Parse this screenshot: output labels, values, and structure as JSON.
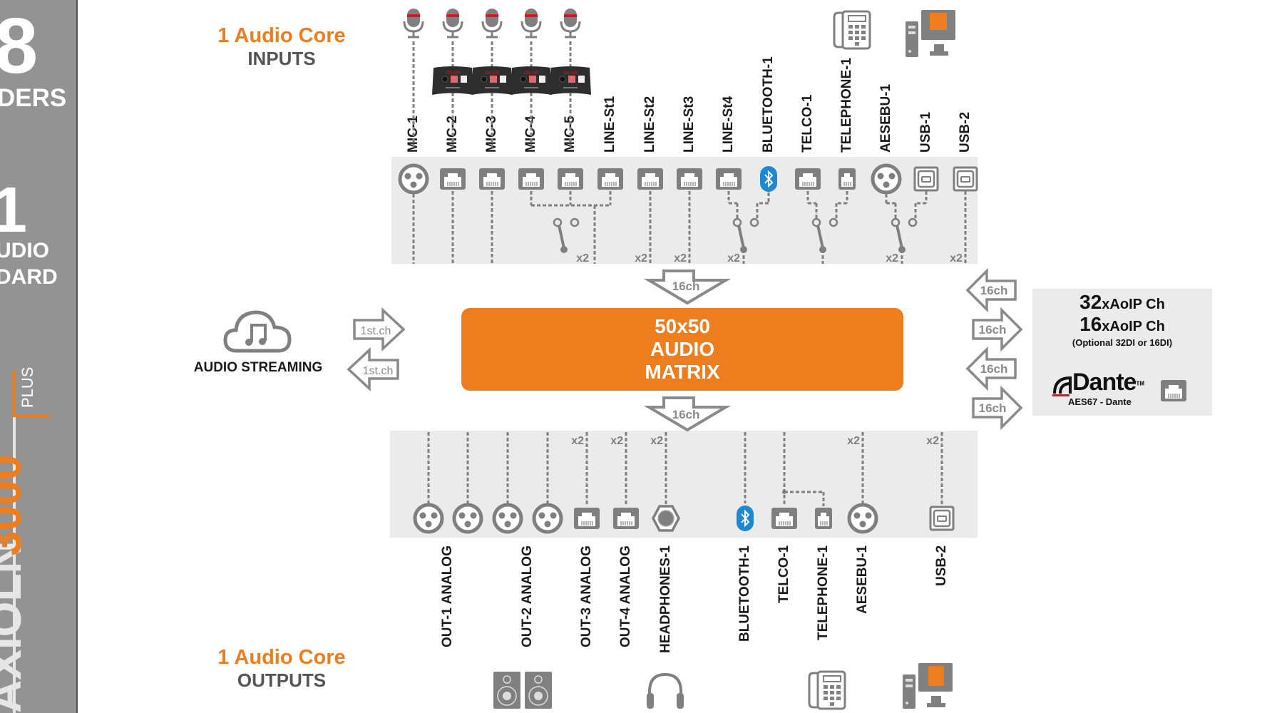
{
  "sidebar": {
    "top_number": "8",
    "top_word": "DERS",
    "mid_number": "1",
    "mid_word_1": "UDIO",
    "mid_word_2": "DARD",
    "logo_text": "AXIOLN",
    "logo_number": "3000",
    "logo_suffix": "PLUS"
  },
  "inputs_header": {
    "title": "1 Audio Core",
    "subtitle": "INPUTS"
  },
  "outputs_header": {
    "title": "1 Audio Core",
    "subtitle": "OUTPUTS"
  },
  "inputs": [
    {
      "label": "MIC-1",
      "connector": "xlr"
    },
    {
      "label": "MIC-2",
      "connector": "rj45"
    },
    {
      "label": "MIC-3",
      "connector": "rj45"
    },
    {
      "label": "MIC-4",
      "connector": "rj45"
    },
    {
      "label": "MIC-5",
      "connector": "rj45"
    },
    {
      "label": "LINE-St1",
      "connector": "rj45"
    },
    {
      "label": "LINE-St2",
      "connector": "rj45"
    },
    {
      "label": "LINE-St3",
      "connector": "rj45"
    },
    {
      "label": "LINE-St4",
      "connector": "rj45"
    },
    {
      "label": "BLUETOOTH-1",
      "connector": "bluetooth"
    },
    {
      "label": "TELCO-1",
      "connector": "rj45"
    },
    {
      "label": "TELEPHONE-1",
      "connector": "rj11"
    },
    {
      "label": "AESEBU-1",
      "connector": "xlr"
    },
    {
      "label": "USB-1",
      "connector": "usb"
    },
    {
      "label": "USB-2",
      "connector": "usb"
    }
  ],
  "input_multipliers": [
    "x2",
    "x2",
    "x2",
    "x2",
    "x2",
    "x2"
  ],
  "talkback_unit_label": "ON AIR",
  "outputs": [
    {
      "label": "OUT-1 ANALOG",
      "connectors": [
        "xlr",
        "xlr"
      ]
    },
    {
      "label": "OUT-2 ANALOG",
      "connectors": [
        "xlr",
        "xlr"
      ]
    },
    {
      "label": "OUT-3 ANALOG",
      "connectors": [
        "rj45"
      ]
    },
    {
      "label": "OUT-4 ANALOG",
      "connectors": [
        "rj45"
      ]
    },
    {
      "label": "HEADPHONES-1",
      "connectors": [
        "jack"
      ]
    },
    {
      "label": "BLUETOOTH-1",
      "connectors": [
        "bluetooth"
      ]
    },
    {
      "label": "TELCO-1",
      "connectors": [
        "rj45"
      ]
    },
    {
      "label": "TELEPHONE-1",
      "connectors": [
        "rj11"
      ]
    },
    {
      "label": "AESEBU-1",
      "connectors": [
        "xlr"
      ]
    },
    {
      "label": "USB-2",
      "connectors": [
        "usb"
      ]
    }
  ],
  "output_multipliers": [
    "x2",
    "x2",
    "x2",
    "x2",
    "x2"
  ],
  "matrix": {
    "line1": "50x50",
    "line2": "AUDIO",
    "line3": "MATRIX"
  },
  "arrows": {
    "in_to_matrix": "16ch",
    "matrix_to_out": "16ch",
    "streaming_in": "1st.ch",
    "streaming_out": "1st.ch",
    "dante": [
      "16ch",
      "16ch",
      "16ch",
      "16ch"
    ]
  },
  "streaming": {
    "label": "AUDIO STREAMING"
  },
  "dante": {
    "line1_num": "32",
    "line1_text": "xAoIP Ch",
    "line2_num": "16",
    "line2_text": "xAoIP Ch",
    "note": "(Optional 32DI or 16DI)",
    "brand": "Dante",
    "trademark": "TM",
    "sub": "AES67 - Dante"
  },
  "colors": {
    "accent": "#ee7d1d",
    "icon_gray": "#7f7f7f",
    "panel_bg": "#ebebeb",
    "bluetooth": "#1e88d2",
    "sidebar_bg": "#939393",
    "mic_band": "#e0141e"
  }
}
